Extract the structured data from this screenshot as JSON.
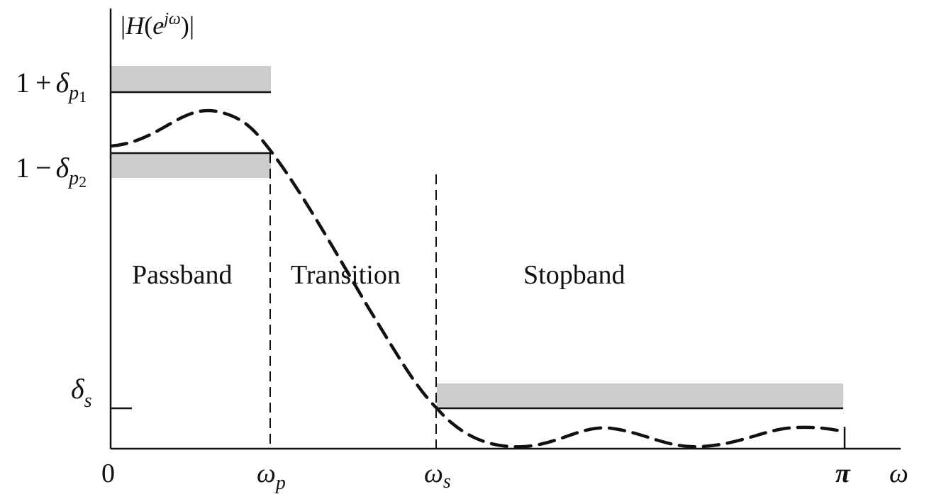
{
  "figure": {
    "y_axis": {
      "label": {
        "bar_left": "|",
        "H": "H",
        "paren_open": "(",
        "e": "e",
        "exp": "jω",
        "paren_close": ")",
        "bar_right": "|"
      }
    },
    "x_axis": {
      "origin": "0",
      "pi": "π",
      "omega": "ω"
    },
    "ticks": {
      "upper": {
        "one": "1",
        "op": "+",
        "delta": "δ",
        "p": "p",
        "n": "1"
      },
      "lower": {
        "one": "1",
        "op": "−",
        "delta": "δ",
        "p": "p",
        "n": "2"
      },
      "stop": {
        "delta": "δ",
        "s": "s"
      }
    },
    "frequencies": {
      "passband_edge": {
        "omega": "ω",
        "sub": "p"
      },
      "stopband_edge": {
        "omega": "ω",
        "sub": "s"
      }
    },
    "regions": {
      "passband": "Passband",
      "transition": "Transition",
      "stopband": "Stopband"
    },
    "colors": {
      "tolerance_band": "#cccccc",
      "ink": "#111111"
    }
  }
}
